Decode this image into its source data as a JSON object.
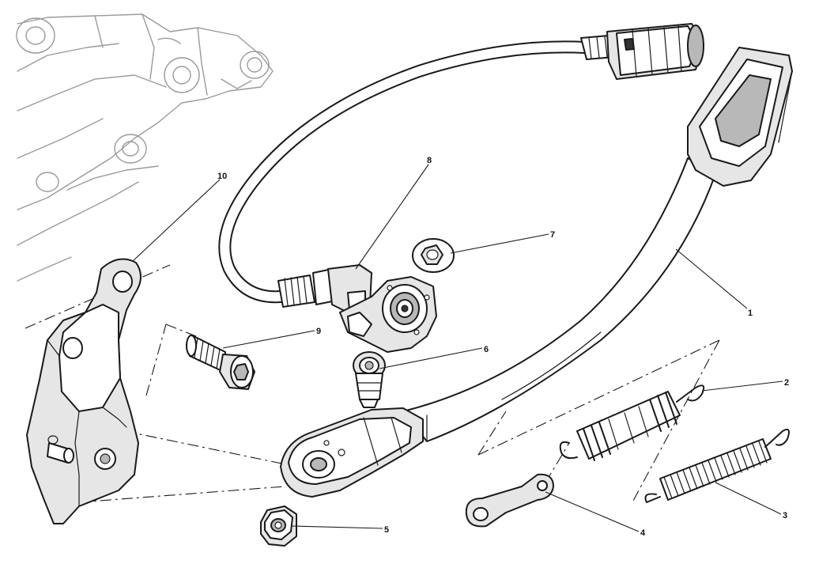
{
  "callouts": [
    {
      "number": "1"
    },
    {
      "number": "2"
    },
    {
      "number": "3"
    },
    {
      "number": "4"
    },
    {
      "number": "5"
    },
    {
      "number": "6"
    },
    {
      "number": "7"
    },
    {
      "number": "8"
    },
    {
      "number": "9"
    },
    {
      "number": "10"
    }
  ]
}
